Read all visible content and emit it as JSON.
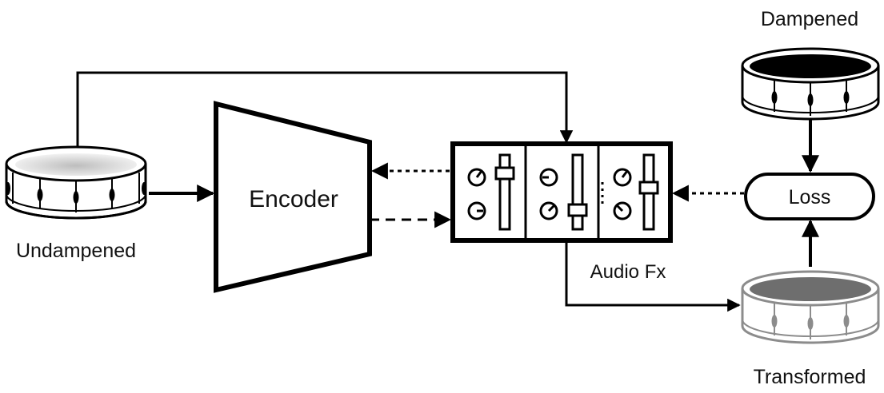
{
  "labels": {
    "undampened": "Undampened",
    "encoder": "Encoder",
    "audio_fx": "Audio Fx",
    "loss": "Loss",
    "dampened": "Dampened",
    "transformed": "Transformed"
  },
  "colors": {
    "stroke": "#000000",
    "transformed_stroke": "#8c8c8c",
    "transformed_head": "#6e6e6e",
    "dampened_head": "#000000",
    "undampened_head": "#d9d9d9"
  },
  "icons": {
    "drum_undampened": "snare-drum-icon",
    "drum_dampened": "snare-drum-icon",
    "drum_transformed": "snare-drum-icon",
    "knob": "knob-icon",
    "fader": "fader-icon"
  }
}
